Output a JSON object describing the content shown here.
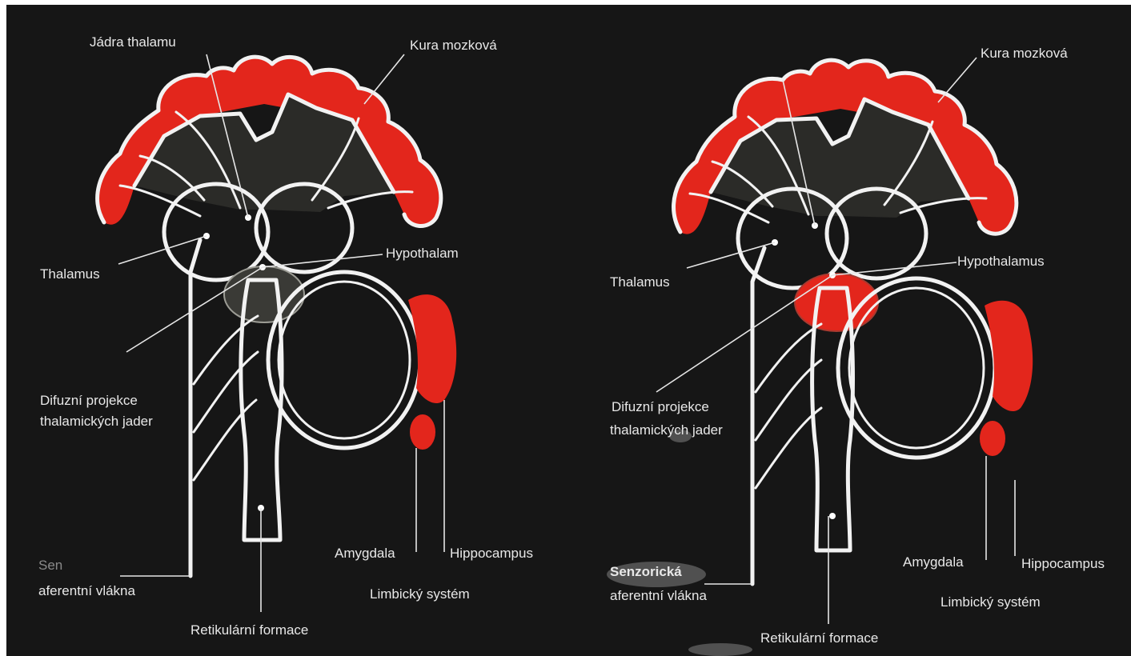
{
  "colors": {
    "background": "#161616",
    "page": "#ffffff",
    "cortex_red": "#e3261c",
    "dark_fill": "#2b2b28",
    "line": "#f2f2f2"
  },
  "left_diagram": {
    "labels": {
      "jadra_thalamu": "Jádra thalamu",
      "kura_mozkova": "Kura mozková",
      "thalamus": "Thalamus",
      "hypothalamus": "Hypothalam",
      "difuzni_line1": "Difuzní projekce",
      "difuzni_line2": "thalamických jader",
      "senzoricka_line1": "Sen",
      "senzoricka_line2": "aferentní vlákna",
      "amygdala": "Amygdala",
      "hippocampus": "Hippocampus",
      "limbicky": "Limbický systém",
      "retikularni": "Retikulární formace"
    }
  },
  "right_diagram": {
    "labels": {
      "kura_mozkova": "Kura mozková",
      "thalamus": "Thalamus",
      "hypothalamus": "Hypothalamus",
      "difuzni_line1": "Difuzní projekce",
      "difuzni_line2": "thalamických jader",
      "senzoricka_line1": "Senzorická",
      "senzoricka_line2": "aferentní vlákna",
      "amygdala": "Amygdala",
      "hippocampus": "Hippocampus",
      "limbicky": "Limbický systém",
      "retikularni": "Retikulární formace"
    }
  }
}
